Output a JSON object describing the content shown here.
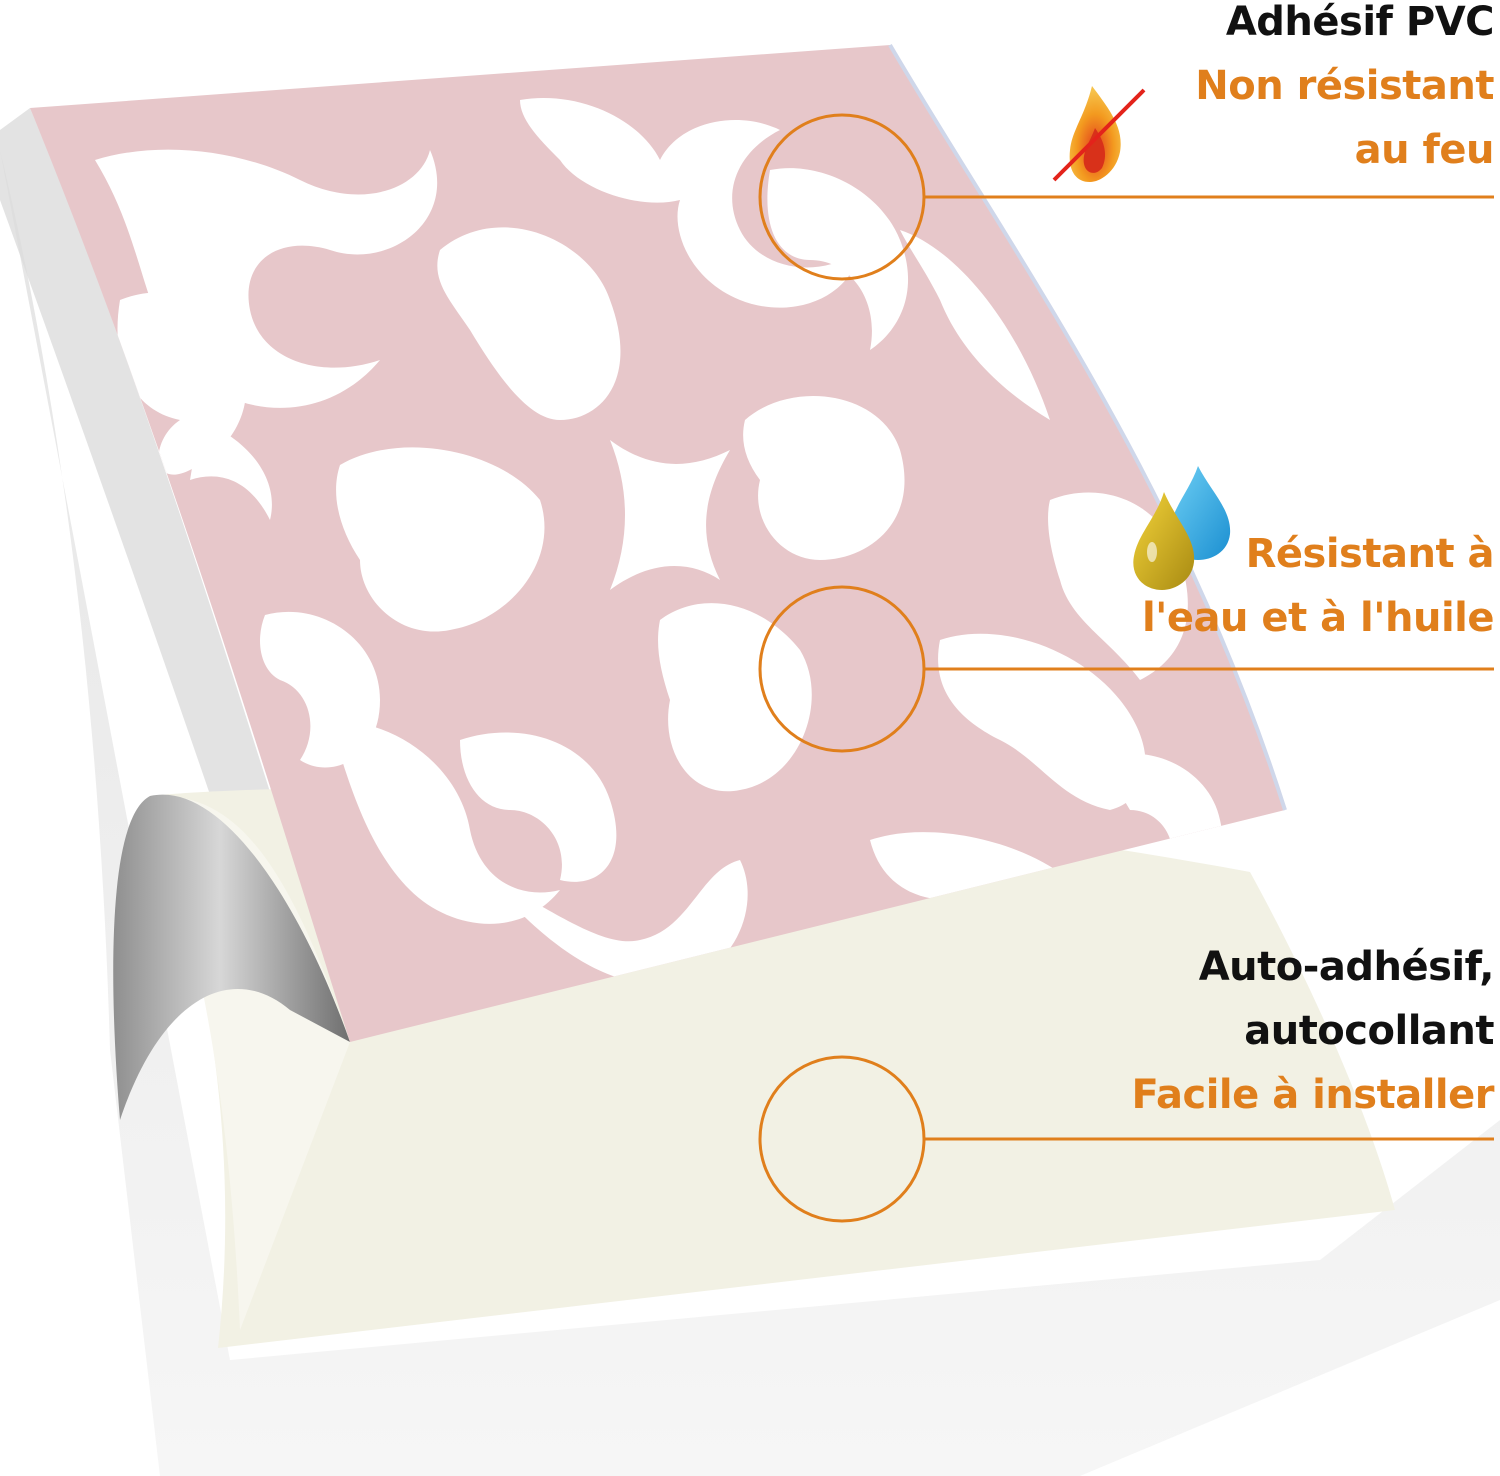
{
  "colors": {
    "accent": "#e07f1c",
    "sheet_pink": "#e7c7ca",
    "backing": "#f2f1e5",
    "text_dark": "#111111"
  },
  "callouts": [
    {
      "lines": [
        {
          "text": "Adhésif PVC",
          "tone": "dark"
        },
        {
          "text": "Non résistant",
          "tone": "orange"
        },
        {
          "text": "au feu",
          "tone": "orange"
        }
      ],
      "icon": "no-fire-icon"
    },
    {
      "lines": [
        {
          "text": "Résistant à",
          "tone": "orange"
        },
        {
          "text": "l'eau et à l'huile",
          "tone": "orange"
        }
      ],
      "icon": "water-oil-drops-icon"
    },
    {
      "lines": [
        {
          "text": "Auto-adhésif,",
          "tone": "dark"
        },
        {
          "text": "autocollant",
          "tone": "dark"
        },
        {
          "text": "Facile à installer",
          "tone": "orange"
        }
      ],
      "icon": ""
    }
  ]
}
